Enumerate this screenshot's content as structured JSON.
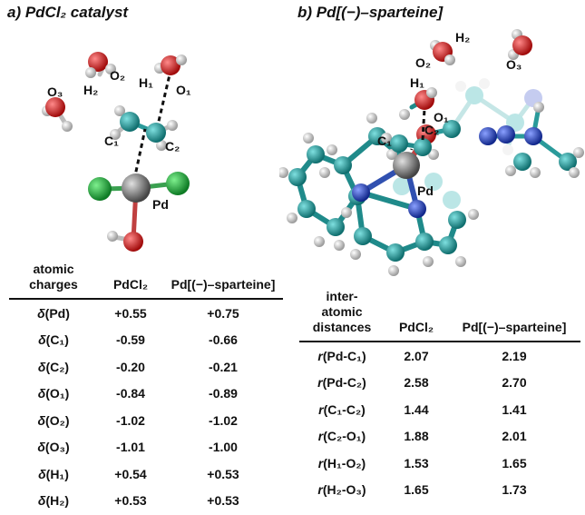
{
  "panel_a": {
    "title": "a) PdCl₂ catalyst",
    "atoms": {
      "O3": "O₃",
      "H2": "H₂",
      "O2": "O₂",
      "H1": "H₁",
      "O1": "O₁",
      "C1": "C₁",
      "C2": "C₂",
      "Pd": "Pd"
    }
  },
  "panel_b": {
    "title": "b) Pd[(−)–sparteine]",
    "atoms": {
      "H2": "H₂",
      "O2": "O₂",
      "O3": "O₃",
      "H1": "H₁",
      "O1": "O₁",
      "C1": "C₁",
      "C2": "C₂",
      "Pd": "Pd"
    }
  },
  "charges_table": {
    "header": {
      "col0": "atomic\ncharges",
      "col1": "PdCl₂",
      "col2": "Pd[(−)–sparteine]"
    },
    "rows": [
      {
        "sym": "δ",
        "atom": "(Pd)",
        "pdcl2": "+0.55",
        "spart": "+0.75"
      },
      {
        "sym": "δ",
        "atom": "(C₁)",
        "pdcl2": "-0.59",
        "spart": "-0.66"
      },
      {
        "sym": "δ",
        "atom": "(C₂)",
        "pdcl2": "-0.20",
        "spart": "-0.21"
      },
      {
        "sym": "δ",
        "atom": "(O₁)",
        "pdcl2": "-0.84",
        "spart": "-0.89"
      },
      {
        "sym": "δ",
        "atom": "(O₂)",
        "pdcl2": "-1.02",
        "spart": "-1.02"
      },
      {
        "sym": "δ",
        "atom": "(O₃)",
        "pdcl2": "-1.01",
        "spart": "-1.00"
      },
      {
        "sym": "δ",
        "atom": "(H₁)",
        "pdcl2": "+0.54",
        "spart": "+0.53"
      },
      {
        "sym": "δ",
        "atom": "(H₂)",
        "pdcl2": "+0.53",
        "spart": "+0.53"
      }
    ]
  },
  "distances_table": {
    "header": {
      "col0": "inter-\natomic\ndistances",
      "col1": "PdCl₂",
      "col2": "Pd[(−)–sparteine]"
    },
    "rows": [
      {
        "sym": "r",
        "pair": "(Pd-C₁)",
        "pdcl2": "2.07",
        "spart": "2.19"
      },
      {
        "sym": "r",
        "pair": "(Pd-C₂)",
        "pdcl2": "2.58",
        "spart": "2.70"
      },
      {
        "sym": "r",
        "pair": "(C₁-C₂)",
        "pdcl2": "1.44",
        "spart": "1.41"
      },
      {
        "sym": "r",
        "pair": "(C₂-O₁)",
        "pdcl2": "1.88",
        "spart": "2.01"
      },
      {
        "sym": "r",
        "pair": "(H₁-O₂)",
        "pdcl2": "1.53",
        "spart": "1.65"
      },
      {
        "sym": "r",
        "pair": "(H₂-O₃)",
        "pdcl2": "1.65",
        "spart": "1.73"
      }
    ]
  },
  "colors": {
    "carbon": "#1f9a9a",
    "oxygen": "#d91c1c",
    "hydrogen": "#f2f2f2",
    "palladium": "#8c8c8c",
    "chlorine": "#1aa33a",
    "nitrogen": "#1f3fb8"
  }
}
